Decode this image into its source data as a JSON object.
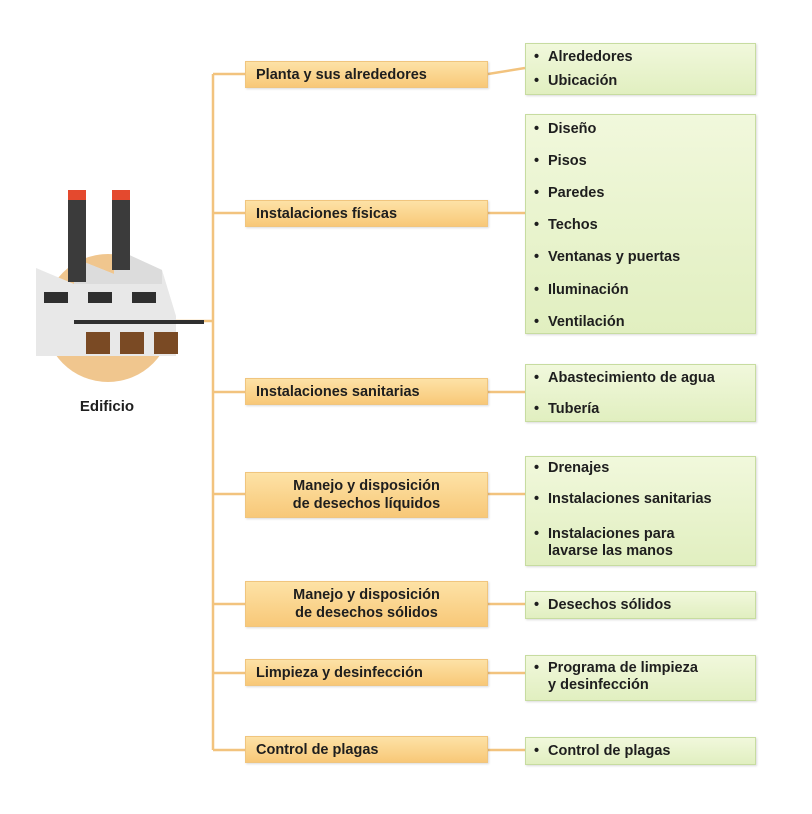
{
  "building": {
    "label": "Edificio",
    "icon": "factory-icon"
  },
  "colors": {
    "connector": "#f2c37e",
    "category_fill": "#f9d08e",
    "detail_fill": "#e8f3cc"
  },
  "categories": [
    {
      "label": "Planta y sus alrededores",
      "items": [
        "Alrededores",
        "Ubicación"
      ]
    },
    {
      "label": "Instalaciones físicas",
      "items": [
        "Diseño",
        "Pisos",
        "Paredes",
        "Techos",
        "Ventanas y puertas",
        "Iluminación",
        "Ventilación"
      ]
    },
    {
      "label": "Instalaciones sanitarias",
      "items": [
        "Abastecimiento de agua",
        "Tubería"
      ]
    },
    {
      "label": "Manejo y disposición\nde desechos líquidos",
      "items": [
        "Drenajes",
        "Instalaciones sanitarias",
        "Instalaciones para\nlavarse las manos"
      ]
    },
    {
      "label": "Manejo y disposición\nde desechos sólidos",
      "items": [
        "Desechos sólidos"
      ]
    },
    {
      "label": "Limpieza y desinfección",
      "items": [
        "Programa de limpieza\ny desinfección"
      ]
    },
    {
      "label": "Control de plagas",
      "items": [
        "Control de plagas"
      ]
    }
  ]
}
